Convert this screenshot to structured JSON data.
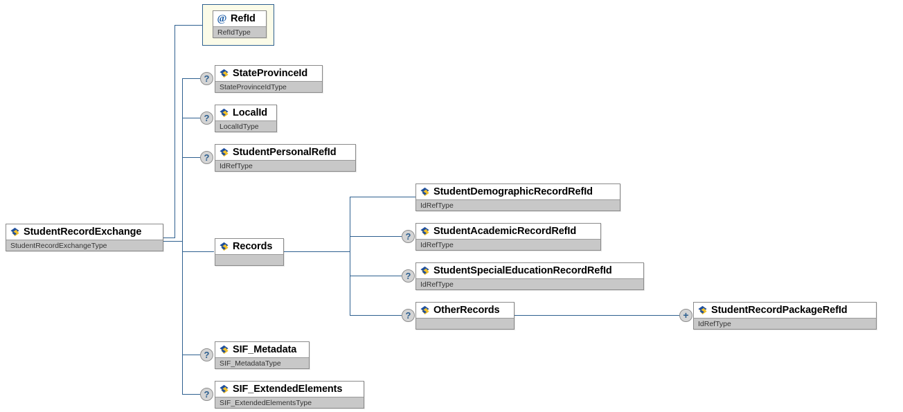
{
  "diagram": {
    "kind": "xml-schema-tree",
    "root": {
      "name": "StudentRecordExchange",
      "type": "StudentRecordExchangeType",
      "icon": "element-icon",
      "occurrence": null
    },
    "nodes": [
      {
        "id": "refid",
        "name": "RefId",
        "type": "RefIdType",
        "icon": "attribute-icon",
        "occurrence": null,
        "node_kind": "attribute"
      },
      {
        "id": "stateprovinceid",
        "name": "StateProvinceId",
        "type": "StateProvinceIdType",
        "icon": "element-icon",
        "occurrence": "?",
        "node_kind": "element"
      },
      {
        "id": "localid",
        "name": "LocalId",
        "type": "LocalIdType",
        "icon": "element-icon",
        "occurrence": "?",
        "node_kind": "element"
      },
      {
        "id": "studentpersonalrefid",
        "name": "StudentPersonalRefId",
        "type": "IdRefType",
        "icon": "element-icon",
        "occurrence": "?",
        "node_kind": "element"
      },
      {
        "id": "records",
        "name": "Records",
        "type": "",
        "icon": "element-icon",
        "occurrence": null,
        "node_kind": "element"
      },
      {
        "id": "studentdemographicrecordrefid",
        "name": "StudentDemographicRecordRefId",
        "type": "IdRefType",
        "icon": "element-icon",
        "occurrence": null,
        "node_kind": "element"
      },
      {
        "id": "studentacademicrecordrefid",
        "name": "StudentAcademicRecordRefId",
        "type": "IdRefType",
        "icon": "element-icon",
        "occurrence": "?",
        "node_kind": "element"
      },
      {
        "id": "studentspecialeducationrecordrefid",
        "name": "StudentSpecialEducationRecordRefId",
        "type": "IdRefType",
        "icon": "element-icon",
        "occurrence": "?",
        "node_kind": "element"
      },
      {
        "id": "otherrecords",
        "name": "OtherRecords",
        "type": "",
        "icon": "element-icon",
        "occurrence": "?",
        "node_kind": "element"
      },
      {
        "id": "studentrecordpackagerefid",
        "name": "StudentRecordPackageRefId",
        "type": "IdRefType",
        "icon": "element-icon",
        "occurrence": "+",
        "node_kind": "element"
      },
      {
        "id": "sif_metadata",
        "name": "SIF_Metadata",
        "type": "SIF_MetadataType",
        "icon": "element-icon",
        "occurrence": "?",
        "node_kind": "element"
      },
      {
        "id": "sif_extendedelements",
        "name": "SIF_ExtendedElements",
        "type": "SIF_ExtendedElementsType",
        "icon": "element-icon",
        "occurrence": "?",
        "node_kind": "element"
      }
    ],
    "colors": {
      "connector": "#2d5f8f",
      "box_border": "#8a8a8a",
      "type_bar": "#c8c8c8",
      "attribute_frame_bg": "#fbfbe8",
      "badge_bg": "#d4d4d4",
      "icon_blue": "#1f4f9c",
      "icon_yellow": "#f2c12a"
    }
  }
}
